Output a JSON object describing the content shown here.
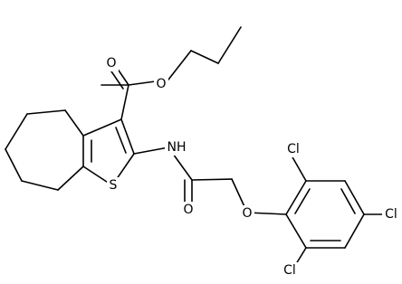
{
  "atoms": {
    "carbonyl_oxygen": "O",
    "ester_oxygen": "O",
    "amide_nitrogen": "NH",
    "thiophene_sulfur": "S",
    "amide_oxygen": "O",
    "ether_oxygen": "O",
    "chlorine_top": "Cl",
    "chlorine_right": "Cl",
    "chlorine_bottom": "Cl"
  },
  "colors": {
    "bond": "#000000",
    "label": "#000000",
    "background": "#ffffff"
  }
}
